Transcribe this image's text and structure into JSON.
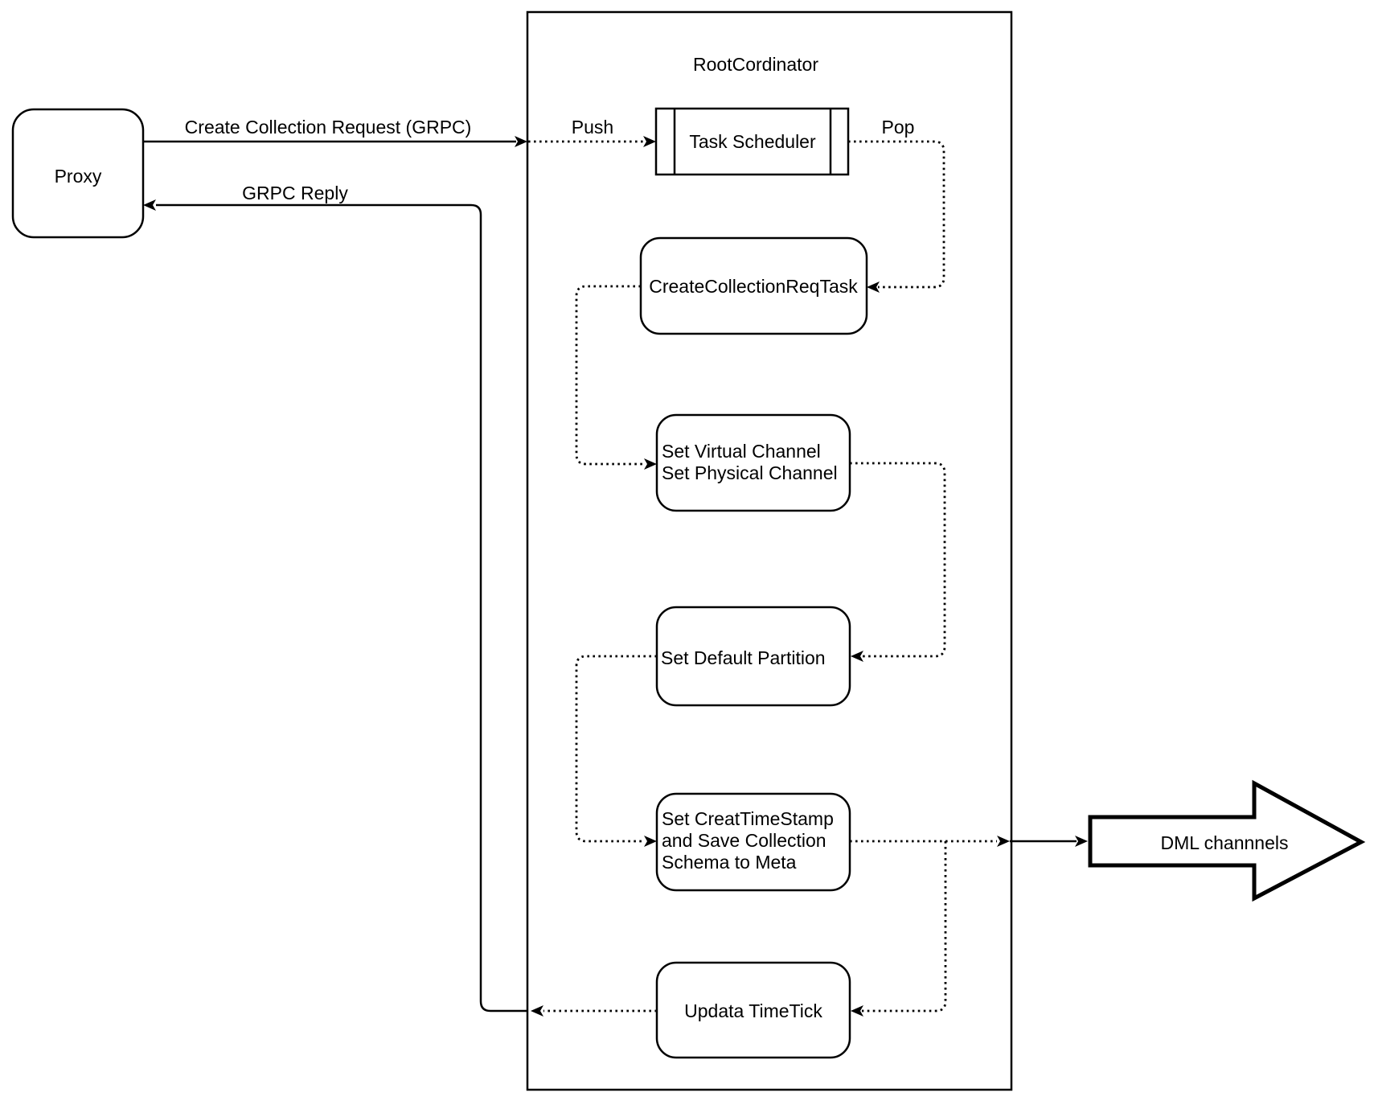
{
  "diagram": {
    "background": "#ffffff",
    "stroke_color": "#000000",
    "container_title": "RootCordinator",
    "nodes": {
      "proxy": {
        "label": "Proxy"
      },
      "task_scheduler": {
        "label": "Task Scheduler"
      },
      "create_collection_req_task": {
        "label": "CreateCollectionReqTask"
      },
      "set_channels": {
        "lines": [
          "Set Virtual Channel",
          "Set Physical Channel"
        ]
      },
      "set_default_partition": {
        "label": "Set Default Partition"
      },
      "set_creat_timestamp": {
        "lines": [
          "Set CreatTimeStamp",
          "and Save Collection",
          "Schema to Meta"
        ]
      },
      "updata_timetick": {
        "label": "Updata TimeTick"
      },
      "dml_channels": {
        "label": "DML channnels"
      }
    },
    "edges": {
      "create_collection_request": {
        "label": "Create Collection Request (GRPC)"
      },
      "grpc_reply": {
        "label": "GRPC Reply"
      },
      "push": {
        "label": "Push"
      },
      "pop": {
        "label": "Pop"
      }
    }
  }
}
